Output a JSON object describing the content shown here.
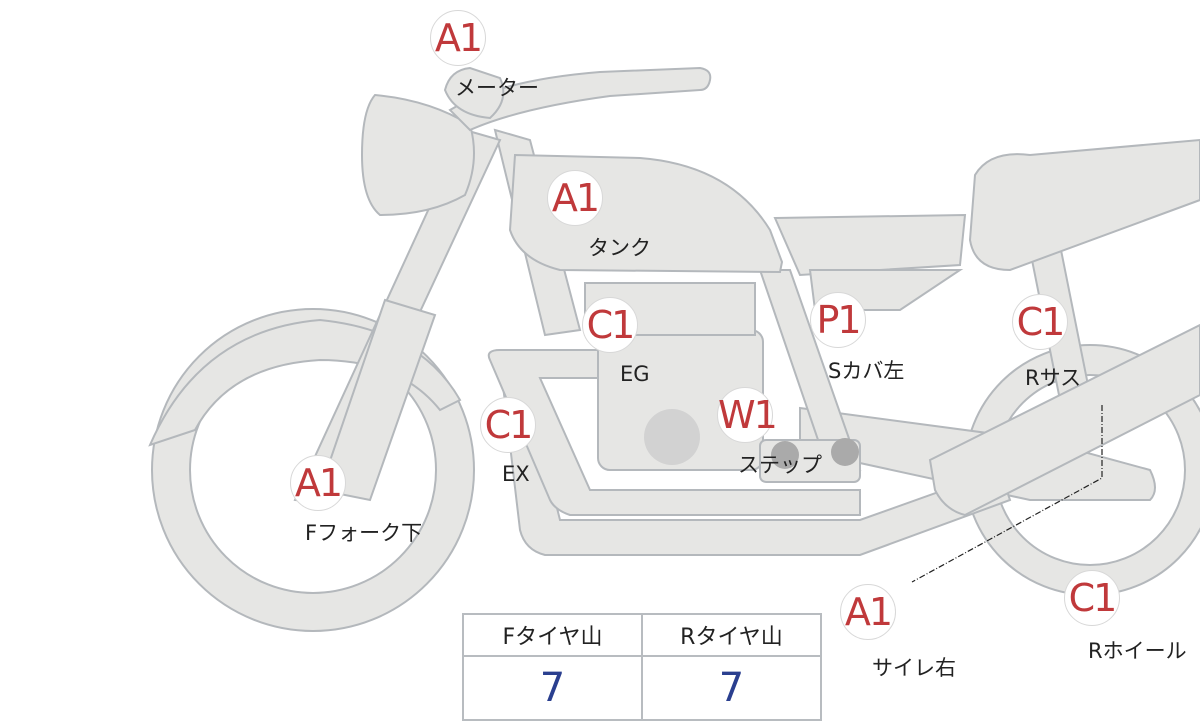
{
  "markers": [
    {
      "grade": "A1",
      "part": "メーター"
    },
    {
      "grade": "A1",
      "part": "タンク"
    },
    {
      "grade": "C1",
      "part": "EG"
    },
    {
      "grade": "P1",
      "part": "Sカバ左"
    },
    {
      "grade": "C1",
      "part": "Rサス"
    },
    {
      "grade": "C1",
      "part": "EX"
    },
    {
      "grade": "W1",
      "part": "ステップ"
    },
    {
      "grade": "A1",
      "part": "Fフォーク下"
    },
    {
      "grade": "A1",
      "part": "サイレ右"
    },
    {
      "grade": "C1",
      "part": "Rホイール"
    }
  ],
  "tire_table": {
    "front_label": "Fタイヤ山",
    "front_value": "7",
    "rear_label": "Rタイヤ山",
    "rear_value": "7"
  }
}
